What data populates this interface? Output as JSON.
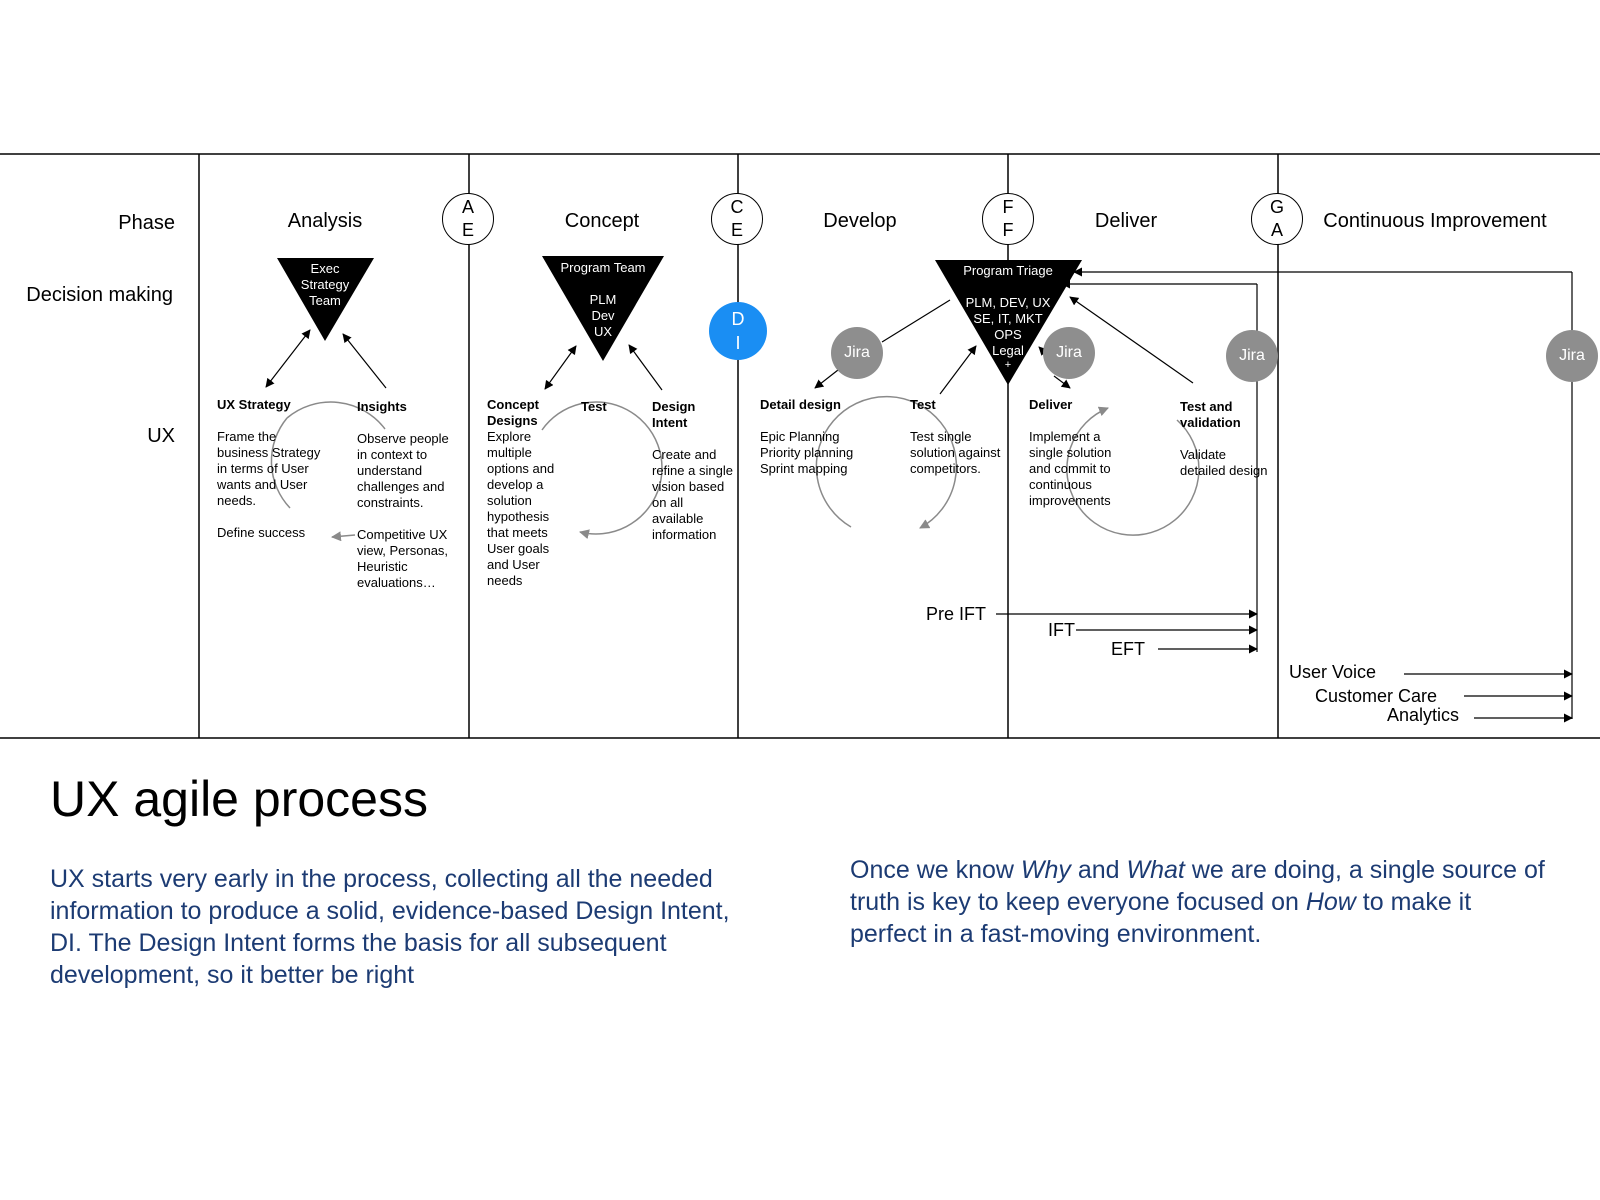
{
  "row_labels": {
    "phase": "Phase",
    "decision": "Decision making",
    "ux": "UX"
  },
  "phases": [
    "Analysis",
    "Concept",
    "Develop",
    "Deliver",
    "Continuous Improvement"
  ],
  "gates": [
    {
      "top": "A",
      "bottom": "E"
    },
    {
      "top": "C",
      "bottom": "E"
    },
    {
      "top": "F",
      "bottom": "F"
    },
    {
      "top": "G",
      "bottom": "A"
    }
  ],
  "design_intent": {
    "top": "D",
    "bottom": "I"
  },
  "decision_triangles": [
    {
      "lines": [
        "Exec",
        "Strategy",
        "Team"
      ]
    },
    {
      "lines": [
        "Program Team",
        "",
        "PLM",
        "Dev",
        "UX"
      ]
    },
    {
      "lines": [
        "Program Triage",
        "",
        "PLM, DEV, UX",
        "SE, IT, MKT",
        "OPS",
        "Legal",
        "+"
      ]
    }
  ],
  "jira_label": "Jira",
  "ux_blocks": {
    "ux_strategy": {
      "title": "UX Strategy",
      "body": "Frame the business Strategy in terms of User wants and User needs.",
      "extra": "Define success"
    },
    "insights": {
      "title": "Insights",
      "body": "Observe people in context to understand challenges and constraints.",
      "extra": "Competitive UX view, Personas, Heuristic evaluations…"
    },
    "concept_designs": {
      "title": "Concept Designs",
      "body": "Explore multiple options and develop a solution hypothesis that meets User goals and User needs"
    },
    "concept_test": {
      "title": "Test"
    },
    "design_intent": {
      "title": "Design Intent",
      "body": "Create and refine a single vision based on all available information"
    },
    "detail_design": {
      "title": "Detail design",
      "body": "Epic Planning Priority planning Sprint mapping"
    },
    "develop_test": {
      "title": "Test",
      "body": "Test single solution against competitors."
    },
    "deliver": {
      "title": "Deliver",
      "body": "Implement a single solution and commit to continuous improvements"
    },
    "test_validation": {
      "title": "Test and validation",
      "body": "Validate detailed design"
    }
  },
  "feedback_sources": {
    "pre_ift": "Pre IFT",
    "ift": "IFT",
    "eft": "EFT",
    "user_voice": "User Voice",
    "customer_care": "Customer Care",
    "analytics": "Analytics"
  },
  "slide_title": "UX agile process",
  "body_left": "UX starts very early in the process, collecting all the needed information to produce a solid, evidence-based Design Intent, DI. The Design Intent forms the basis for all subsequent development, so it better be right",
  "body_right": {
    "p1": "Once we know ",
    "why": "Why",
    "p2": " and ",
    "what": "What",
    "p3": " we are doing, a single source of truth is key to keep everyone focused on ",
    "how": "How",
    "p4": " to make it perfect in a fast-moving environment."
  },
  "colors": {
    "text_blue": "#1c3b73",
    "di_blue": "#1a8ef3",
    "jira_gray": "#8e8e8e",
    "cycle_gray": "#8a8a8a"
  }
}
